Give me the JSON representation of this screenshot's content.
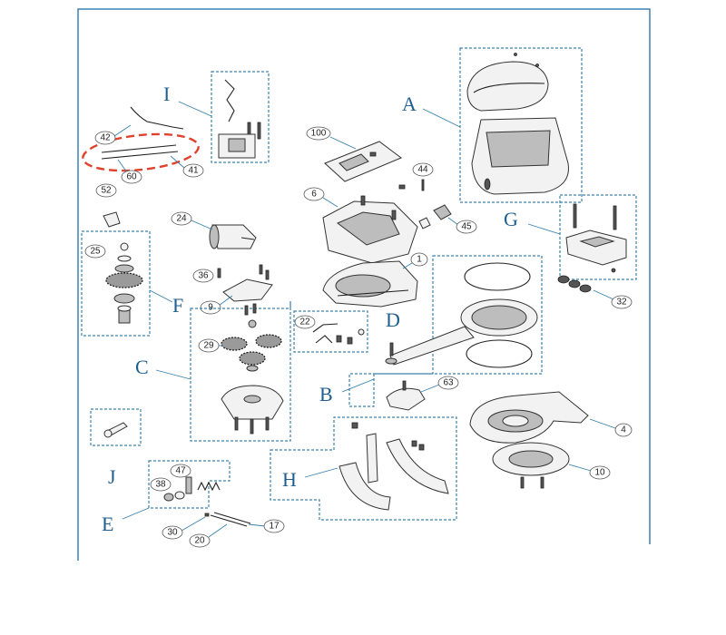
{
  "diagram": {
    "group_letters": {
      "A": "A",
      "B": "B",
      "C": "C",
      "D": "D",
      "E": "E",
      "F": "F",
      "G": "G",
      "H": "H",
      "I": "I",
      "J": "J"
    },
    "callouts": {
      "c100": "100",
      "c44": "44",
      "c6": "6",
      "c45": "45",
      "c1": "1",
      "c42": "42",
      "c41": "41",
      "c60": "60",
      "c52": "52",
      "c25": "25",
      "c24": "24",
      "c36": "36",
      "c9": "9",
      "c29": "29",
      "c22": "22",
      "c32": "32",
      "c63": "63",
      "c4": "4",
      "c10": "10",
      "c38": "38",
      "c47": "47",
      "c30": "30",
      "c17": "17",
      "c20": "20"
    },
    "colors": {
      "frame": "#3a82ad",
      "letters": "#1f5f8f",
      "highlight": "#e0412c"
    }
  }
}
